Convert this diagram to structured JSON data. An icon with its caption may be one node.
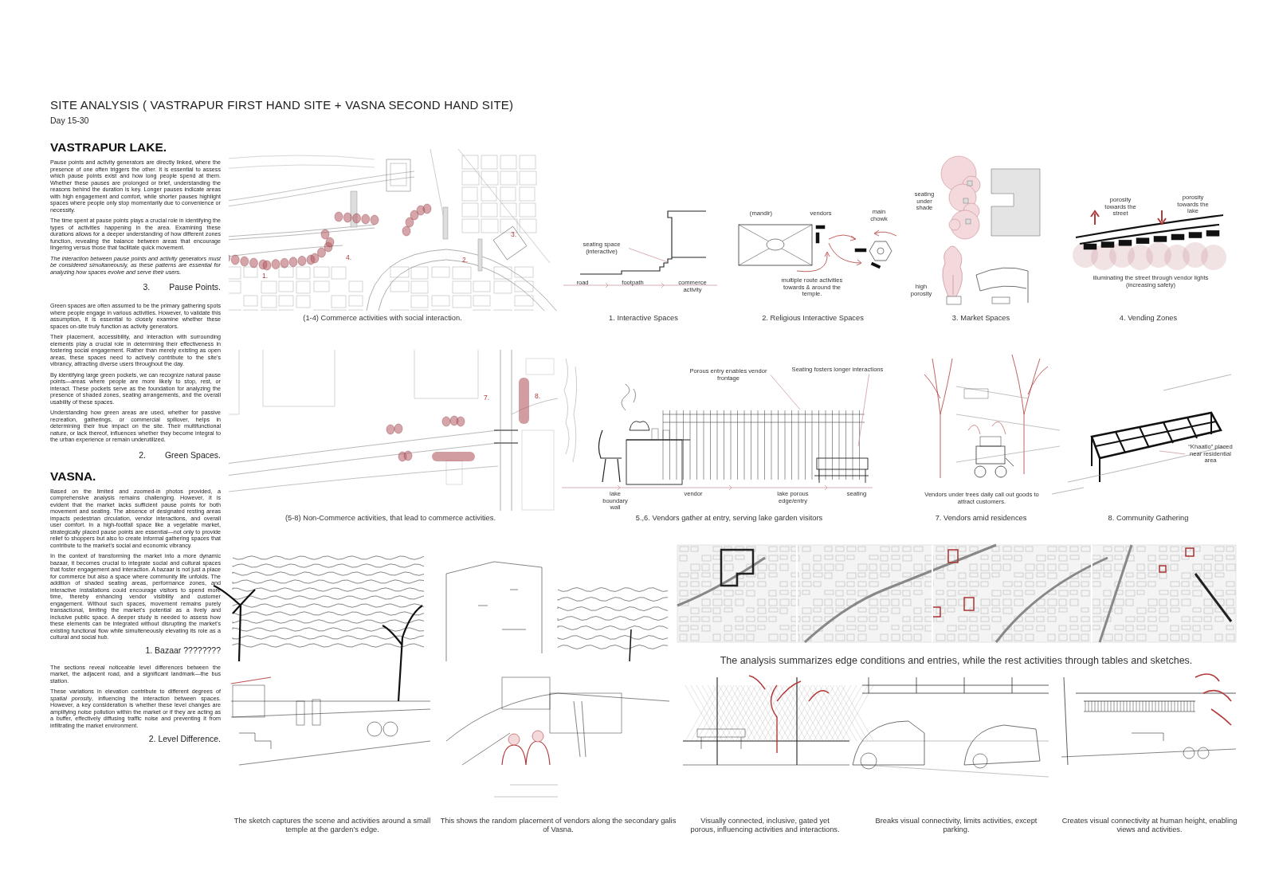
{
  "diagram": {
    "title": "SITE ANALYSIS ( VASTRAPUR FIRST HAND SITE + VASNA SECOND HAND SITE)",
    "nodes": [
      {
        "text": [
          "seating space (interactive)"
        ]
      },
      {
        "text": [
          "Porous entry enables vendor frontage"
        ]
      },
      {
        "text": [
          "Seating fosters longer interactions"
        ]
      },
      {
        "text": [
          "“Khaatlo” placed near residential area"
        ]
      }
    ],
    "edges": [
      {
        "from": 0,
        "to": null,
        "arrow": "none"
      },
      {
        "from": 1,
        "to": null,
        "arrow": "none"
      },
      {
        "from": 2,
        "to": null,
        "arrow": "none"
      },
      {
        "from": 3,
        "to": null,
        "arrow": "none"
      }
    ],
    "labels": [
      "Day 15-30",
      "VASTRAPUR LAKE.",
      "Pause points and activity generators are directly linked, where the presence of one often triggers the other. It is essential to assess which pause points exist and how long people spend at them. Whether these pauses are prolonged or brief, understanding the reasons behind the duration is key. Longer pauses indicate areas with high engagement and comfort, while shorter pauses highlight spaces where people only stop momentarily due to convenience or necessity.",
      "The time spent at pause points plays a crucial role in identifying the types of activities happening in the area. Examining these durations allows for a deeper understanding of how different zones function, revealing the balance between areas that encourage lingering versus those that facilitate quick movement.",
      "The interaction between pause points and activity generators must be considered simultaneously, as these patterns are essential for analyzing how spaces evolve and serve their users.",
      "3.",
      "Pause Points.",
      "Green spaces are often assumed to be the primary gathering spots where people engage in various activities. However, to validate this assumption, it is essential to closely examine whether these spaces on-site truly function as activity generators.",
      "Their placement, accessibility, and interaction with surrounding elements play a crucial role in determining their effectiveness in fostering social engagement. Rather than merely existing as open areas, these spaces need to actively contribute to the site's vibrancy, attracting diverse users throughout the day.",
      "By identifying large green pockets, we can recognize natural pause points—areas where people are more likely to stop, rest, or interact. These pockets serve as the foundation for analyzing the presence of shaded zones, seating arrangements, and the overall usability of these spaces.",
      "Understanding how green areas are used, whether for passive recreation, gatherings, or commercial spillover, helps in determining their true impact on the site. Their multifunctional nature, or lack thereof, influences whether they become integral to the urban experience or remain underutilized.",
      "2.",
      "Green Spaces.",
      "VASNA.",
      "Based on the limited and zoomed-in photos provided, a comprehensive analysis remains challenging. However, it is evident that the market lacks sufficient pause points for both movement and seating. The absence of designated resting areas impacts pedestrian circulation, vendor interactions, and overall user comfort. In a high-footfall space like a vegetable market, strategically placed pause points are essential—not only to provide relief to shoppers but also to create informal gathering spaces that contribute to the market's social and economic vibrancy.",
      "In the context of transforming the market into a more dynamic bazaar, it becomes crucial to integrate social and cultural spaces that foster engagement and interaction. A bazaar is not just a place for commerce but also a space where community life unfolds. The addition of shaded seating areas, performance zones, and interactive installations could encourage visitors to spend more time, thereby enhancing vendor visibility and customer engagement. Without such spaces, movement remains purely transactional, limiting the market's potential as a lively and inclusive public space. A deeper study is needed to assess how these elements can be integrated without disrupting the market's existing functional flow while simulteneously elevating its role as a cultural and social hub.",
      "1. Bazaar ????????",
      "The sections reveal noticeable level differences between the market, the adjacent road, and a significant landmark—the bus station.",
      "These variations in elevation contribute to different degrees of *spatial porosity*, influencing the interaction between spaces. However, a key consideration is whether these level changes are amplifying noise pollution within the market or if they are acting as a buffer, effectively diffusing traffic noise and preventing it from infiltrating the market environment.",
      "2. Level Difference.",
      "1.",
      "4.",
      "2.",
      "3.",
      "(1-4) Commerce activities with social interaction.",
      "road",
      "footpath",
      "commerce activity",
      "1. Interactive Spaces",
      "(mandir)",
      "vendors",
      "main chowk",
      "multiple route activities towards & around the temple.",
      "2. Religious Interactive Spaces",
      "seating under shade",
      "high porosity",
      "3. Market Spaces",
      "porosity towards the street",
      "porosity towards the lake",
      "illuminating the street through vendor lights (increasing safety)",
      "4. Vending Zones",
      "7.",
      "8.",
      "(5-8) Non-Commerce activities, that lead to commerce activities.",
      "lake boundary wall",
      "vendor",
      "lake porous edge/entry",
      "seating",
      "5.,6. Vendors gather at entry, serving lake garden visitors",
      "Vendors under trees daily call out goods to attract customers.",
      "7. Vendors amid residences",
      "8. Community Gathering",
      "The analysis summarizes edge conditions and entries, while the rest activities through tables and sketches.",
      "The sketch captures the scene and activities around a small temple at the garden’s edge.",
      "This shows the random placement of vendors along the secondary galis of Vasna.",
      "Visually connected, inclusive, gated yet porous, influencing activities and interactions.",
      "Breaks visual connectivity, limits activities, except parking.",
      "Creates visual connectivity at human height, enabling views and activities."
    ]
  }
}
